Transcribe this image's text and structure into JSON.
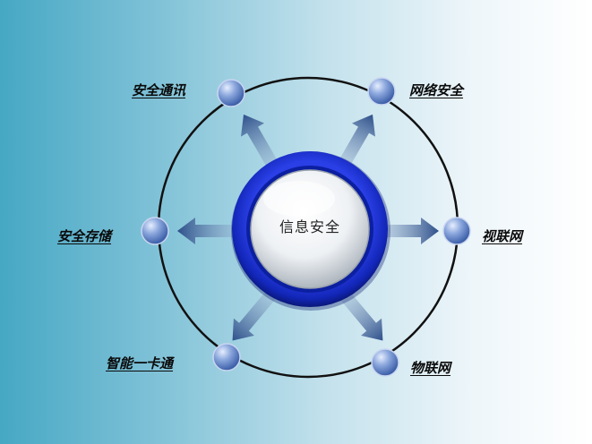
{
  "center": {
    "label": "信息安全"
  },
  "nodes": [
    {
      "id": "top-left",
      "label": "安全通讯"
    },
    {
      "id": "top-right",
      "label": "网络安全"
    },
    {
      "id": "left",
      "label": "安全存储"
    },
    {
      "id": "right",
      "label": "视联网"
    },
    {
      "id": "bottom-left",
      "label": "智能一卡通"
    },
    {
      "id": "bottom-right",
      "label": "物联网"
    }
  ],
  "colors": {
    "ring_outer": "#1a2fd0",
    "ring_inner": "#0b1f9a",
    "node_ball": "#6f8fd0",
    "arrow": "#3e5f96",
    "orbit": "#111111"
  }
}
